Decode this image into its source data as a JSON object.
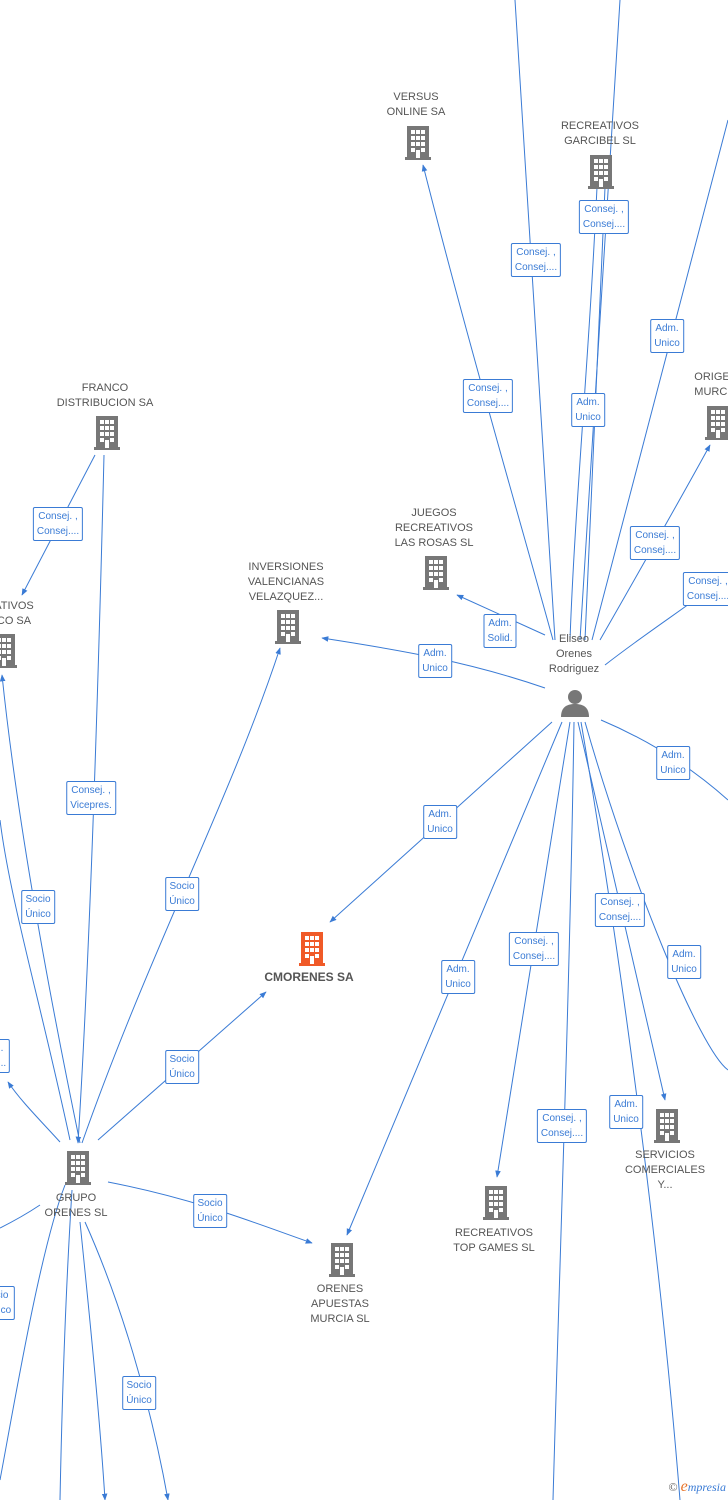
{
  "colors": {
    "edge": "#3a7bd5",
    "building": "#777777",
    "main_building": "#f05a28",
    "person": "#777777"
  },
  "nodes": [
    {
      "id": "versus",
      "label": "VERSUS\nONLINE SA",
      "icon": "building-icon"
    },
    {
      "id": "garcibel",
      "label": "RECREATIVOS\nGARCIBEL SL",
      "icon": "building-icon"
    },
    {
      "id": "franco",
      "label": "FRANCO\nDISTRIBUCION SA",
      "icon": "building-icon"
    },
    {
      "id": "origen",
      "label": "ORIGEN\nMURCIA",
      "icon": "building-icon"
    },
    {
      "id": "juegos",
      "label": "JUEGOS\nRECREATIVOS\nLAS ROSAS  SL",
      "icon": "building-icon"
    },
    {
      "id": "inversiones",
      "label": "INVERSIONES\nVALENCIANAS\nVELAZQUEZ...",
      "icon": "building-icon"
    },
    {
      "id": "ativos",
      "label": "ATIVOS\nCO SA",
      "icon": "building-icon"
    },
    {
      "id": "eliseo",
      "label": "Eliseo\nOrenes\nRodriguez",
      "icon": "person-icon"
    },
    {
      "id": "cmorenes",
      "label": "CMORENES SA",
      "icon": "building-icon",
      "main": true
    },
    {
      "id": "grupo",
      "label": "GRUPO\nORENES SL",
      "icon": "building-icon"
    },
    {
      "id": "apuestas",
      "label": "ORENES\nAPUESTAS\nMURCIA SL",
      "icon": "building-icon"
    },
    {
      "id": "topgames",
      "label": "RECREATIVOS\nTOP GAMES SL",
      "icon": "building-icon"
    },
    {
      "id": "servicios",
      "label": "SERVICIOS\nCOMERCIALES\nY...",
      "icon": "building-icon"
    }
  ],
  "edge_labels": [
    {
      "text": "Consej. ,\nConsej...."
    },
    {
      "text": "Consej. ,\nConsej...."
    },
    {
      "text": "Consej. ,\nConsej...."
    },
    {
      "text": "Adm.\nUnico"
    },
    {
      "text": "Adm.\nUnico"
    },
    {
      "text": "Consej. ,\nConsej...."
    },
    {
      "text": "Consej. ,\nConsej...."
    },
    {
      "text": "Adm.\nSolid."
    },
    {
      "text": "Adm.\nUnico"
    },
    {
      "text": "Adm.\nUnico"
    },
    {
      "text": "Adm.\nUnico"
    },
    {
      "text": "Consej. ,\nConsej...."
    },
    {
      "text": "Adm.\nUnico"
    },
    {
      "text": "Consej. ,\nConsej...."
    },
    {
      "text": "Adm.\nUnico"
    },
    {
      "text": "Consej. ,\nConsej...."
    },
    {
      "text": "Adm.\nUnico"
    },
    {
      "text": "Consej. ,\nConsej...."
    },
    {
      "text": "Consej. ,\nVicepres."
    },
    {
      "text": "Socio\nÚnico"
    },
    {
      "text": "Socio\nÚnico"
    },
    {
      "text": "Socio\nÚnico"
    },
    {
      "text": "Socio\nÚnico"
    },
    {
      "text": "Socio\nÚnico"
    },
    {
      "text": "cio\nnico"
    },
    {
      "text": ".\n..."
    }
  ],
  "footer": {
    "copyright": "©",
    "brand_e": "e",
    "brand_rest": "mpresia"
  }
}
